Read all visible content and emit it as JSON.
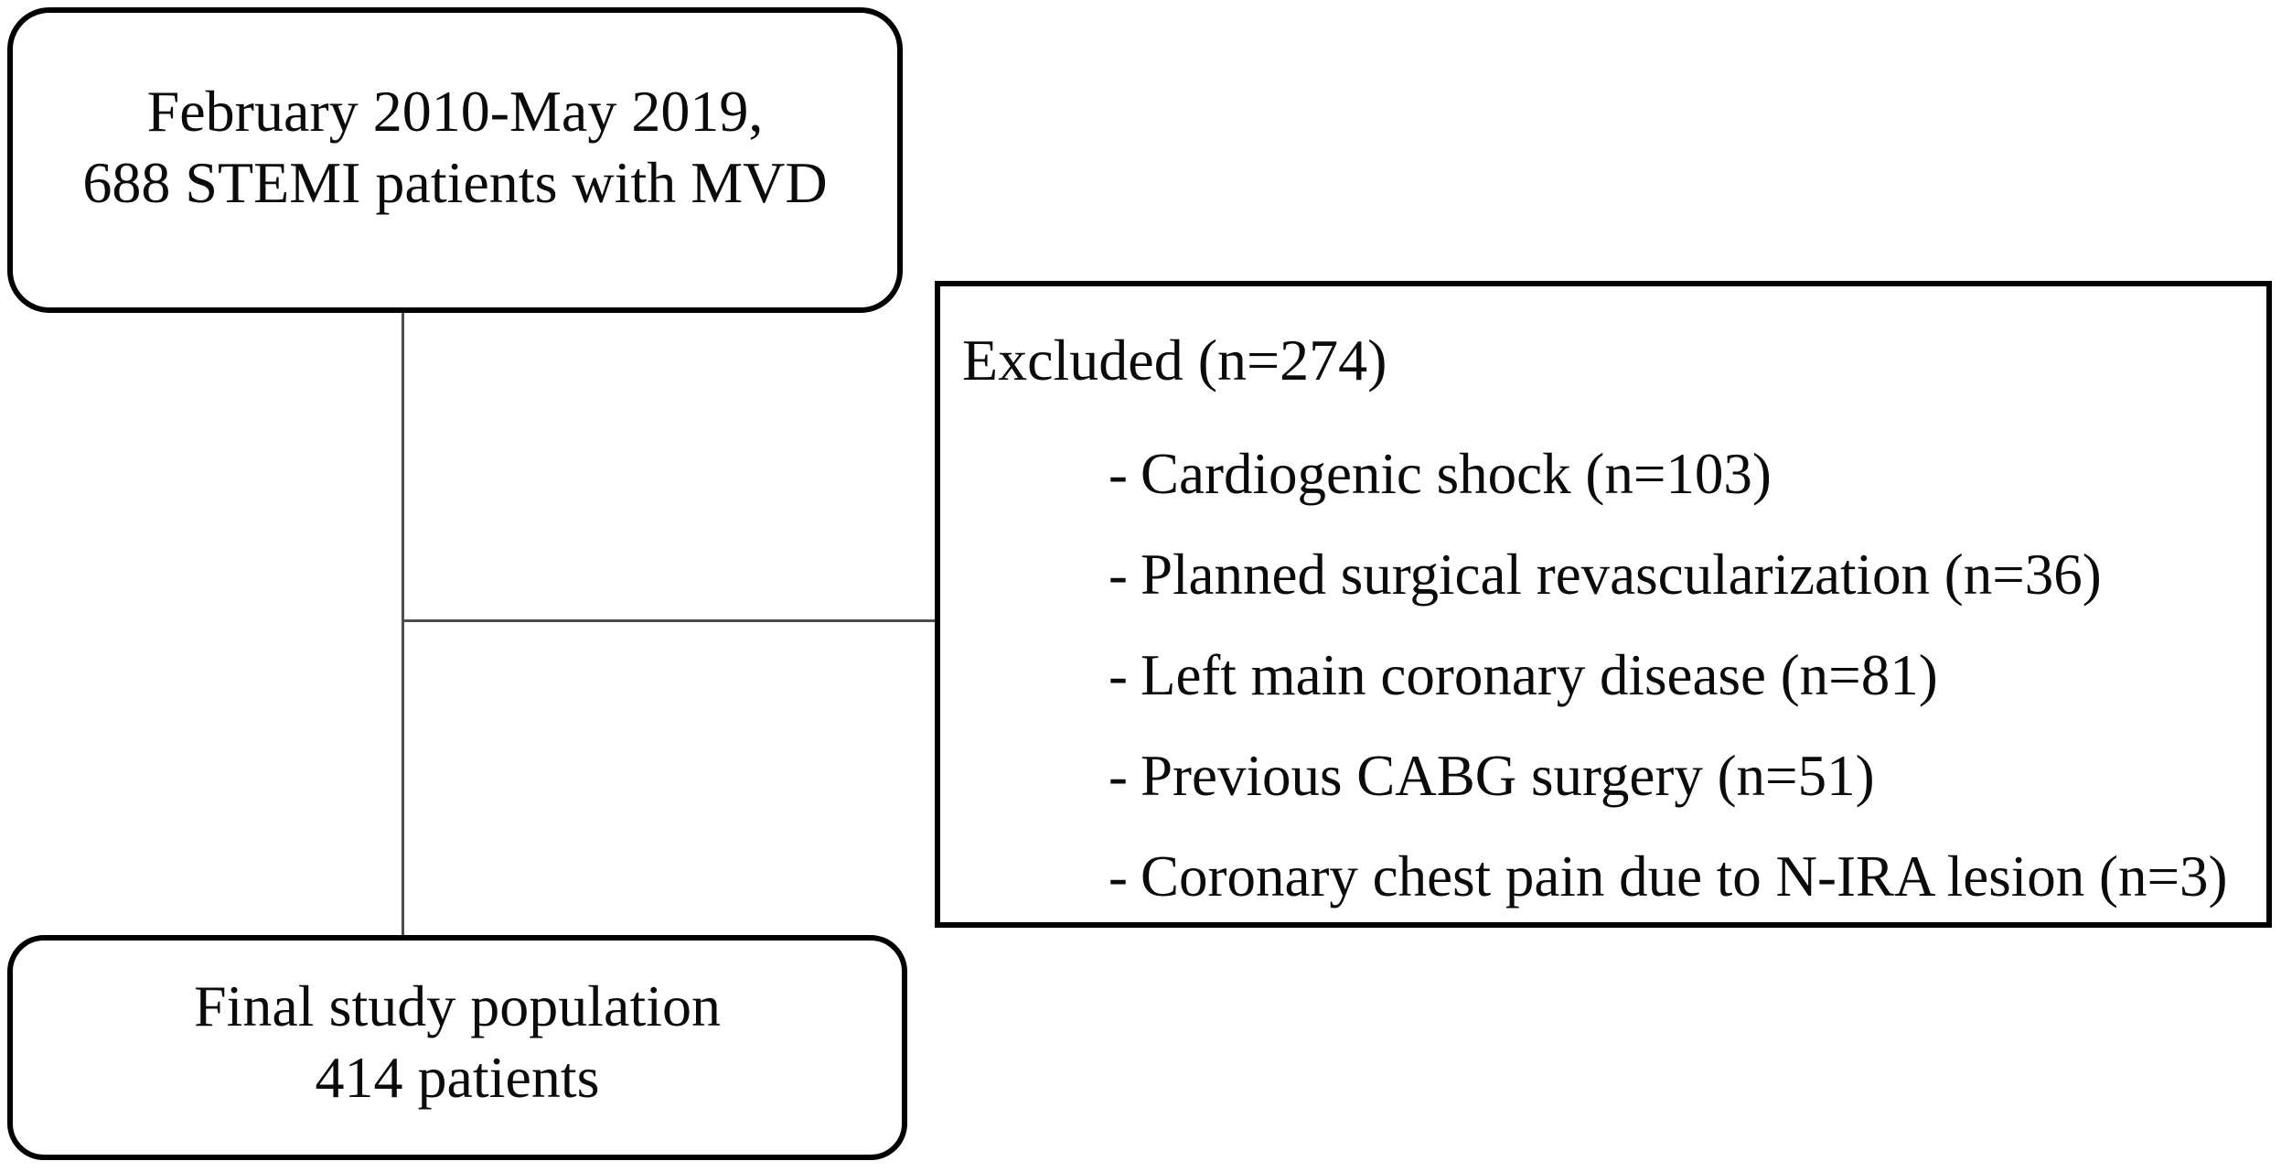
{
  "figure": {
    "type": "patient-flow-diagram",
    "background": "#ffffff",
    "box_border_color": "#000000",
    "connector_color": "#4d4d4d",
    "text_color": "#0b0b0b"
  },
  "initial_box": {
    "line1": "February 2010-May 2019,",
    "line2": "688 STEMI patients with MVD"
  },
  "excluded_box": {
    "title": "Excluded (n=274)",
    "bullet": "-",
    "items": [
      "Cardiogenic shock (n=103)",
      "Planned surgical revascularization (n=36)",
      "Left main coronary disease (n=81)",
      "Previous CABG surgery (n=51)",
      "Coronary chest pain due to N-IRA lesion (n=3)"
    ]
  },
  "final_box": {
    "line1": "Final study population",
    "line2": "414 patients"
  }
}
